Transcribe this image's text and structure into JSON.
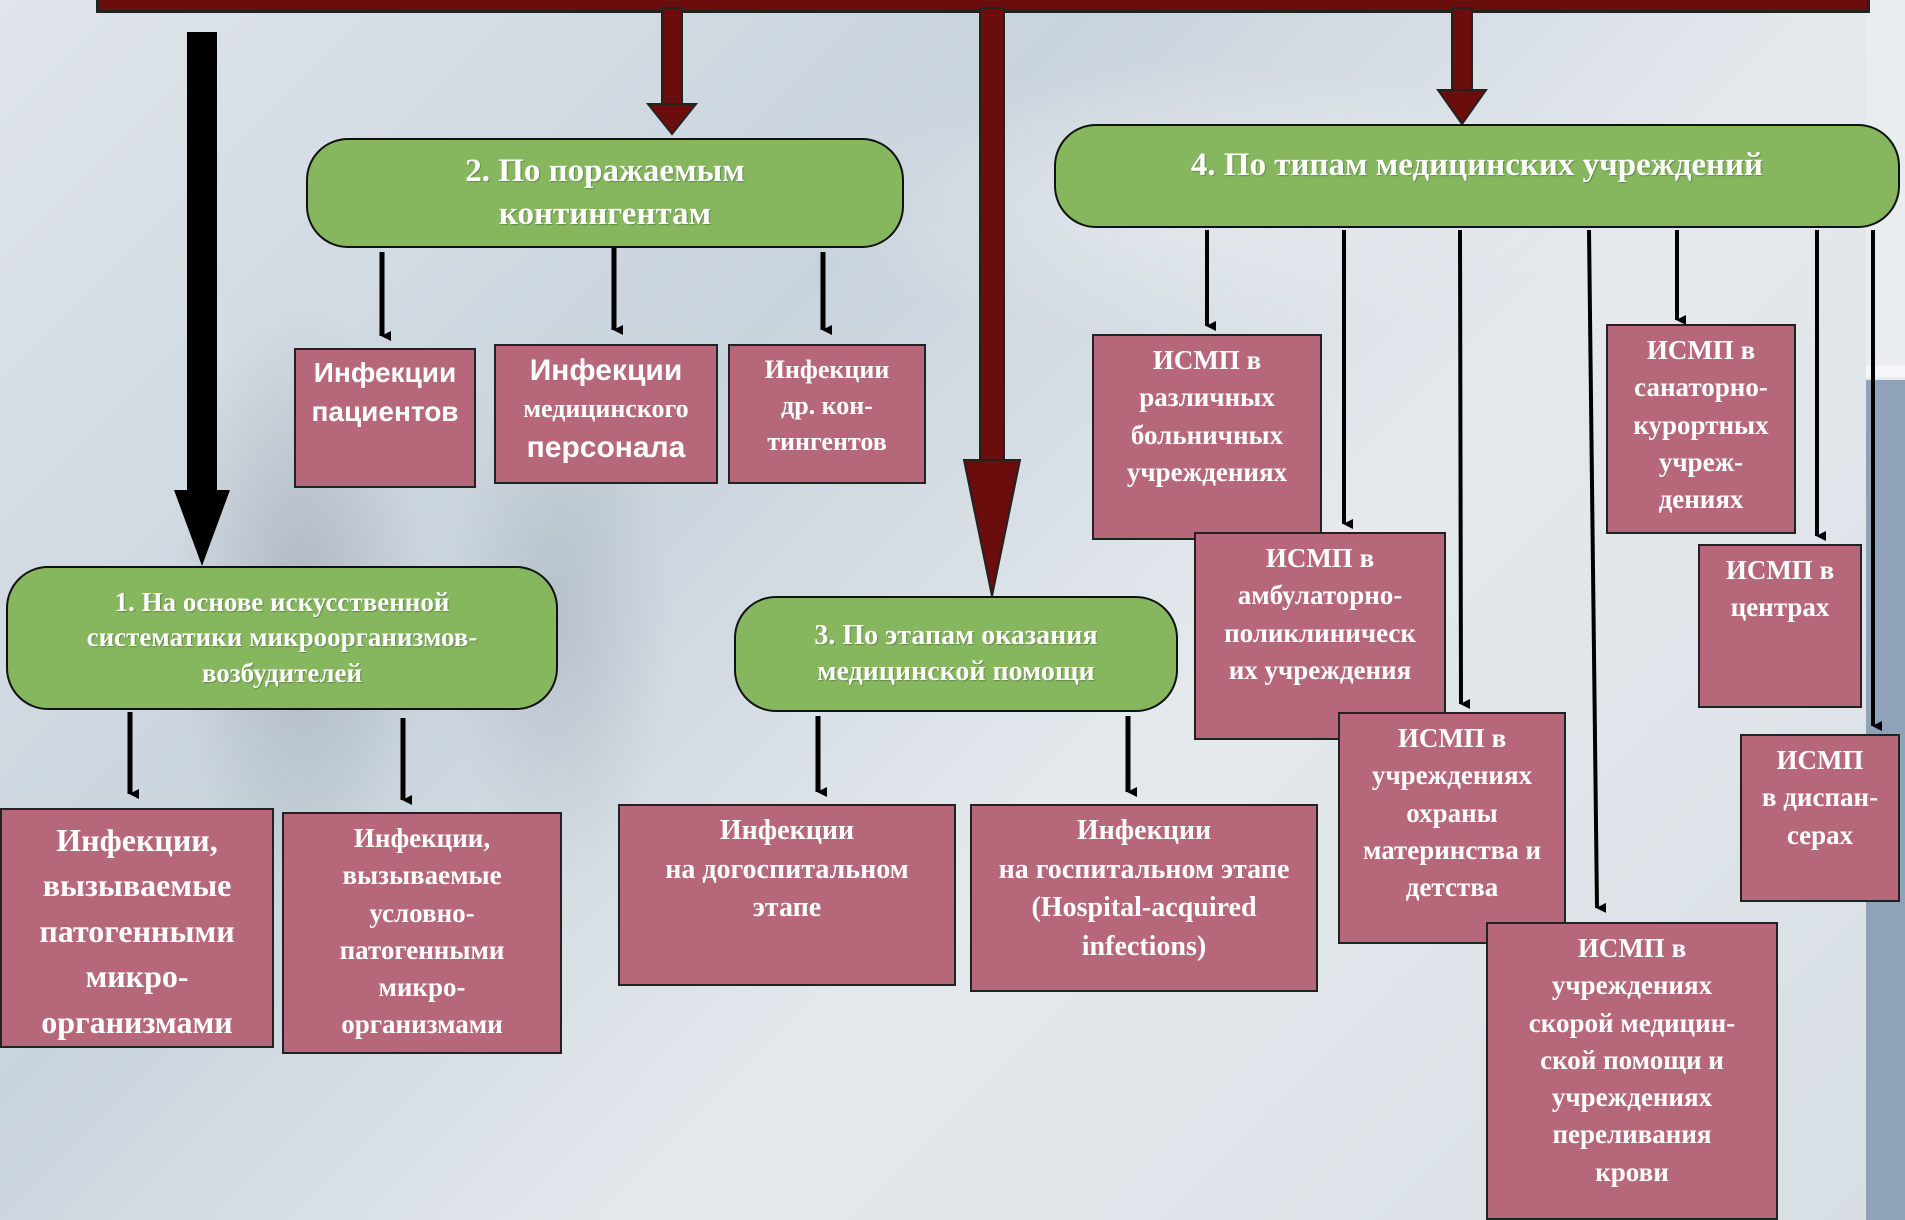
{
  "colors": {
    "category_fill": "#86b75f",
    "leaf_fill": "#b6687a",
    "trunk_arrow": "#6b0d0d",
    "black_arrow": "#000000"
  },
  "categories": {
    "c1": "1. На основе искусственной\nсистематики микроорганизмов-\nвозбудителей",
    "c2": "2. По поражаемым\nконтингентам",
    "c3": "3. По этапам оказания\nмедицинской помощи",
    "c4": "4. По типам медицинских учреждений"
  },
  "leaves": {
    "c1_pathogenic": "Инфекции,\nвызываемые\nпатогенными\nмикро-\nорганизмами",
    "c1_conditional": "Инфекции,\nвызываемые\nусловно-\nпатогенными\nмикро-\nорганизмами",
    "c2_patients": "Инфекции\nпациентов",
    "c2_staff_line1": "Инфекции",
    "c2_staff_line2": "медицинского",
    "c2_staff_line3": "персонала",
    "c2_other": "Инфекции\nдр. кон-\nтингентов",
    "c3_prehospital": "Инфекции\nна догоспитальном\nэтапе",
    "c3_hospital": "Инфекции\nна госпитальном этапе\n(Hospital-acquired\ninfections)",
    "c4_hospitals": "ИСМП в\nразличных\nбольничных\nучреждениях",
    "c4_outpatient": "ИСМП в\nамбулаторно-\nполиклиническ\nих  учреждения",
    "c4_maternity": "ИСМП в\nучреждениях\nохраны\nматеринства и\nдетства",
    "c4_emergency": "ИСМП в\nучреждениях\nскорой медицин-\nской помощи и\nучреждениях\nпереливания\nкрови",
    "c4_sanatorium": "ИСМП в\nсанаторно-\nкурортных\nучреж-\nдениях",
    "c4_centers": "ИСМП в\nцентрах",
    "c4_dispensary": "ИСМП\nв диспан-\nсерах"
  }
}
